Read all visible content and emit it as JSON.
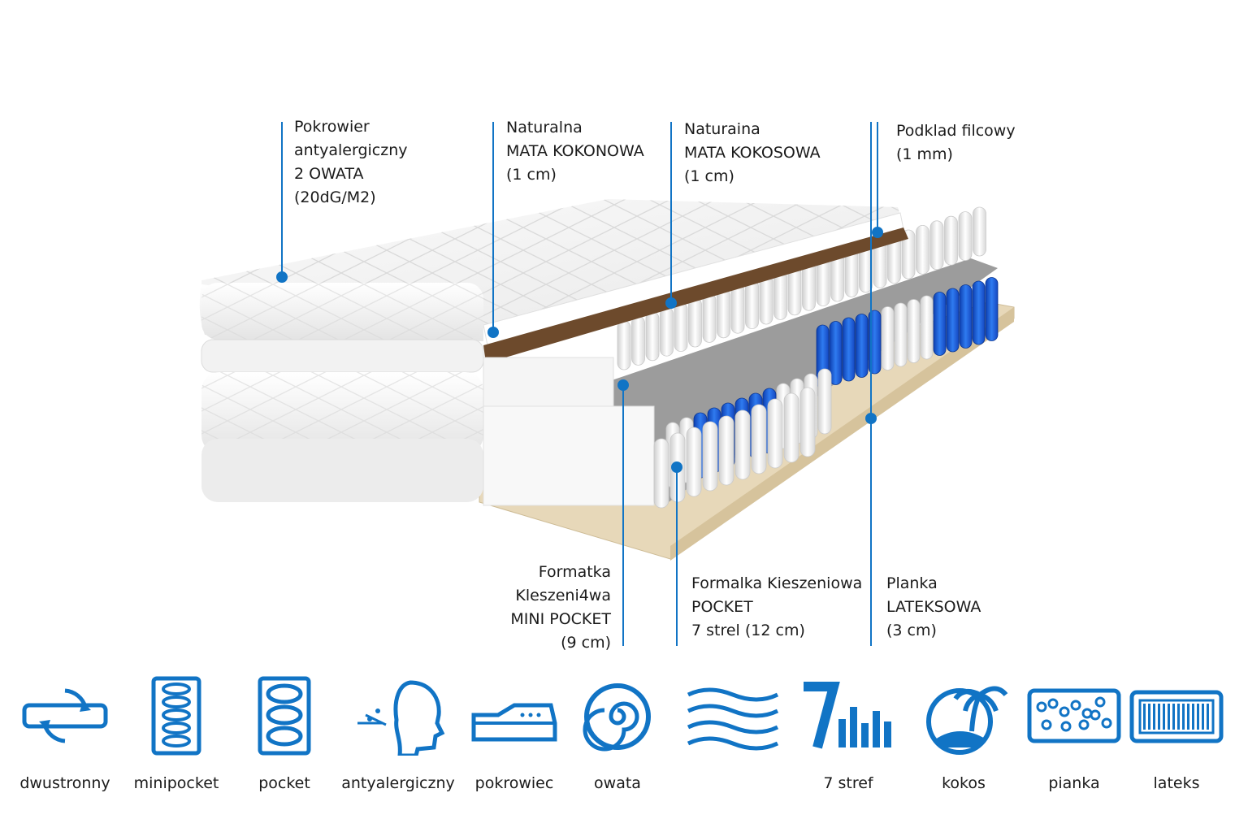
{
  "colors": {
    "accent": "#1174c5",
    "spring_blue": "#1e5ad6",
    "coco": "#6b4a2e",
    "latex": "#e3d3b3"
  },
  "callouts": {
    "pokrowiec": [
      "Pokrowier",
      "antyalergiczny",
      "2 OWATA",
      "(20dG/M2)"
    ],
    "mata_kokonowa": [
      "Naturalna",
      "MATA KOKONOWA",
      "(1 cm)"
    ],
    "mata_kokosowa": [
      "Naturaina",
      "MATA KOKOSOWA",
      "(1 cm)"
    ],
    "podklad": [
      "Podklad filcowy",
      "(1 mm)"
    ],
    "mini_pocket": [
      "Formatka",
      "Kleszeni4wa",
      "MINI POCKET",
      "(9 cm)"
    ],
    "pocket": [
      "Formalka Kieszeniowa",
      "POCKET",
      "7 strel (12 cm)"
    ],
    "lateks": [
      "Planka",
      "LATEKSOWA",
      "(3 cm)"
    ]
  },
  "features": [
    {
      "icon": "two-sided-arrows-icon",
      "label": "dwustronny"
    },
    {
      "icon": "minipocket-springs-icon",
      "label": "minipocket"
    },
    {
      "icon": "pocket-springs-icon",
      "label": "pocket"
    },
    {
      "icon": "antiallergic-face-icon",
      "label": "antyalergiczny"
    },
    {
      "icon": "cover-layers-icon",
      "label": "pokrowiec"
    },
    {
      "icon": "wadding-spiral-icon",
      "label": "owata"
    },
    {
      "icon": "waves-icon",
      "label": ""
    },
    {
      "icon": "seven-zones-icon",
      "label": "7 stref"
    },
    {
      "icon": "palm-island-icon",
      "label": "kokos"
    },
    {
      "icon": "foam-bubbles-icon",
      "label": "pianka"
    },
    {
      "icon": "latex-block-icon",
      "label": "lateks"
    }
  ]
}
